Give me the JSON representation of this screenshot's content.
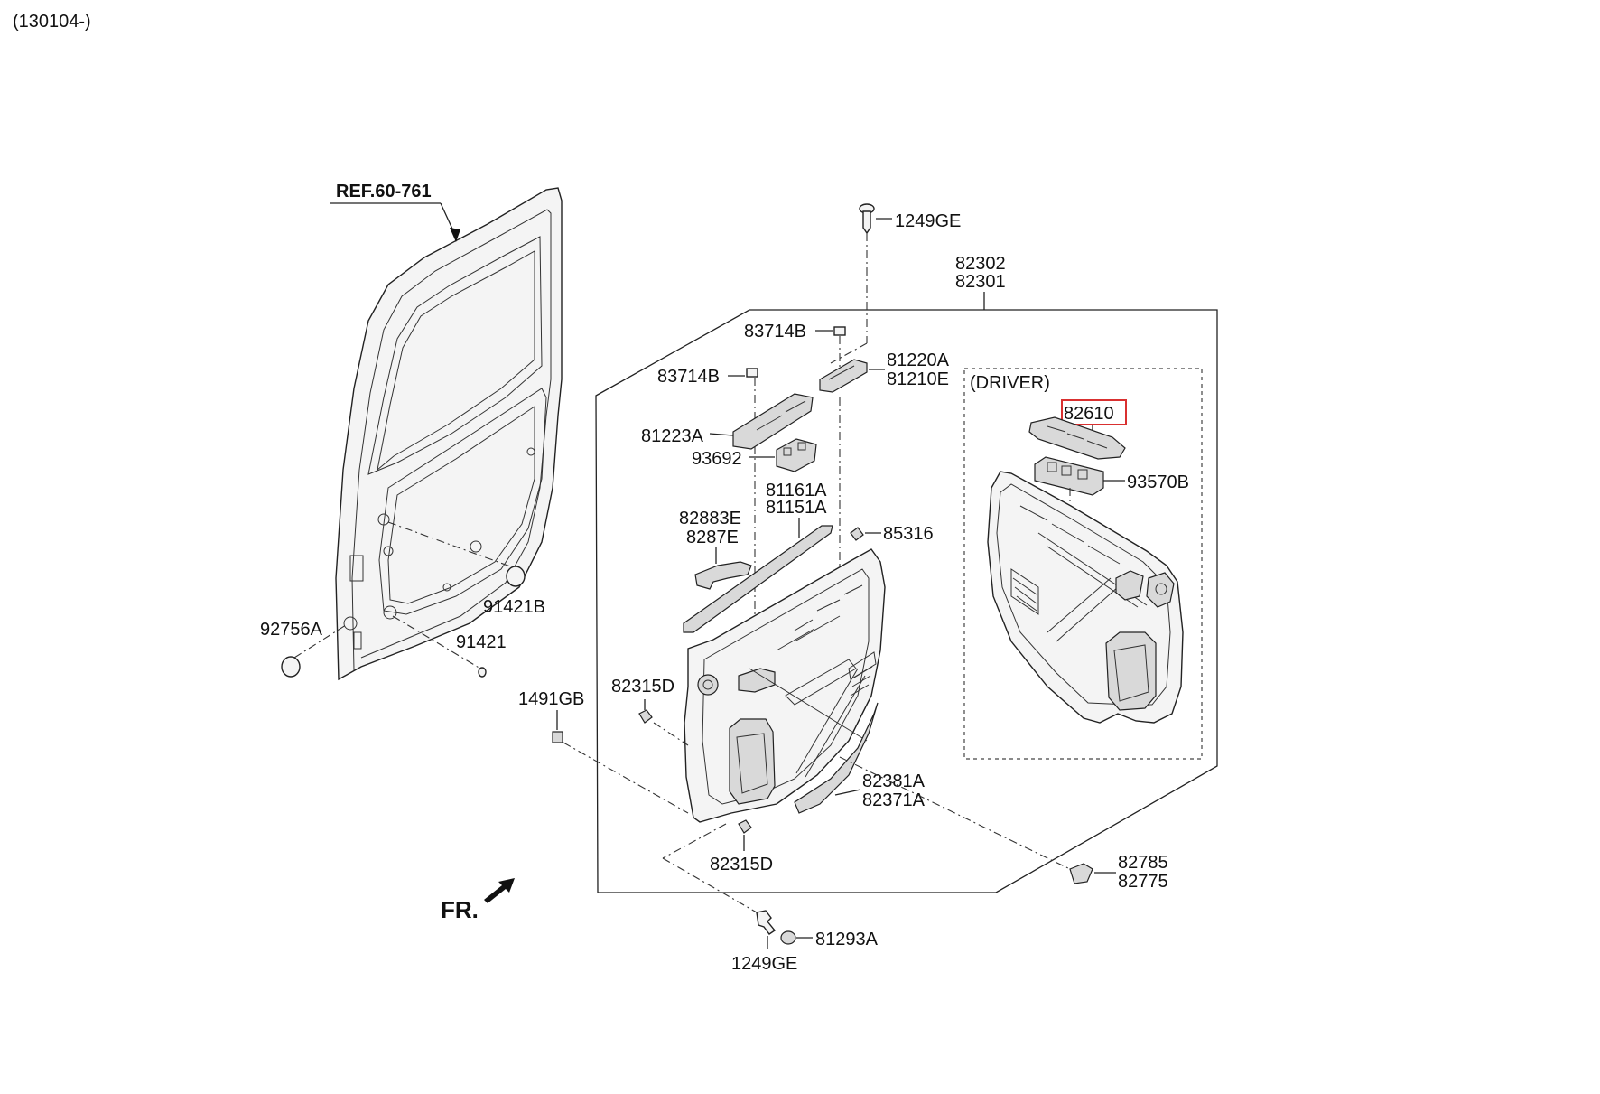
{
  "header_code": "(130104-)",
  "ref_label": "REF.60-761",
  "driver_label": "(DRIVER)",
  "front_label": "FR.",
  "highlight_color": "#d93030",
  "labels": {
    "p1249GE_top": "1249GE",
    "p82302": "82302",
    "p82301": "82301",
    "p83714B_a": "83714B",
    "p83714B_b": "83714B",
    "p81220A": "81220A",
    "p81210E": "81210E",
    "p81223A": "81223A",
    "p93692": "93692",
    "p81161A": "81161A",
    "p81151A": "81151A",
    "p82883E": "82883E",
    "p8287E": "8287E",
    "p85316": "85316",
    "p82610": "82610",
    "p93570B": "93570B",
    "p91421B": "91421B",
    "p91421": "91421",
    "p92756A": "92756A",
    "p1491GB": "1491GB",
    "p82315D_a": "82315D",
    "p82315D_b": "82315D",
    "p82381A": "82381A",
    "p82371A": "82371A",
    "p82785": "82785",
    "p82775": "82775",
    "p81293A": "81293A",
    "p1249GE_bottom": "1249GE"
  }
}
